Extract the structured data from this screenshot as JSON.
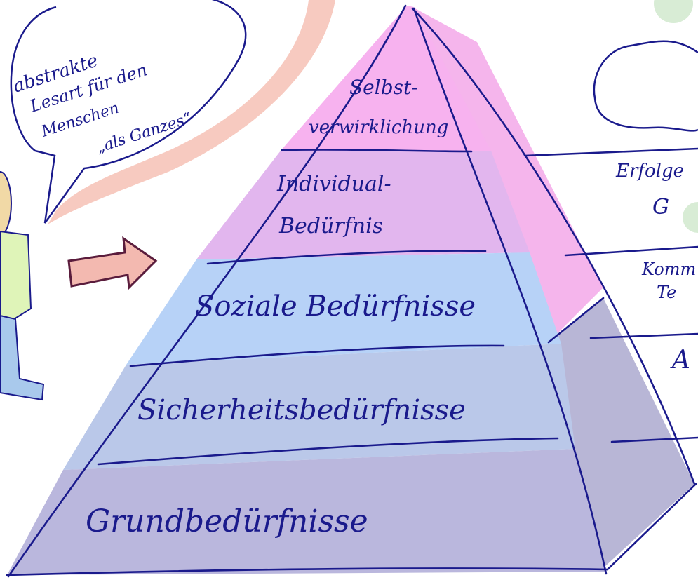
{
  "pyramid": {
    "levels": [
      {
        "label_lines": [
          "Selbst-",
          "verwirklichung"
        ],
        "color": "#f7b2ef"
      },
      {
        "label_lines": [
          "Individual-",
          "Bedürfnis"
        ],
        "color": "#e2b6ee"
      },
      {
        "label_lines": [
          "Soziale Bedürfnisse"
        ],
        "color": "#b7d2f7"
      },
      {
        "label_lines": [
          "Sicherheitsbedürfnisse"
        ],
        "color": "#bac8e9"
      },
      {
        "label_lines": [
          "Grundbedürfnisse"
        ],
        "color": "#bab7dd"
      }
    ],
    "side_face_upper_color": "#f5b5ec",
    "side_face_lower_color": "#b8b6d6",
    "ink_color": "#1a1a8c"
  },
  "speech_bubble": {
    "lines": [
      "abstrakte",
      "Lesart für den",
      "Menschen",
      "„als Ganzes“"
    ]
  },
  "right_labels": [
    "Erfolge",
    "G",
    "Komm",
    "Te",
    "A"
  ]
}
